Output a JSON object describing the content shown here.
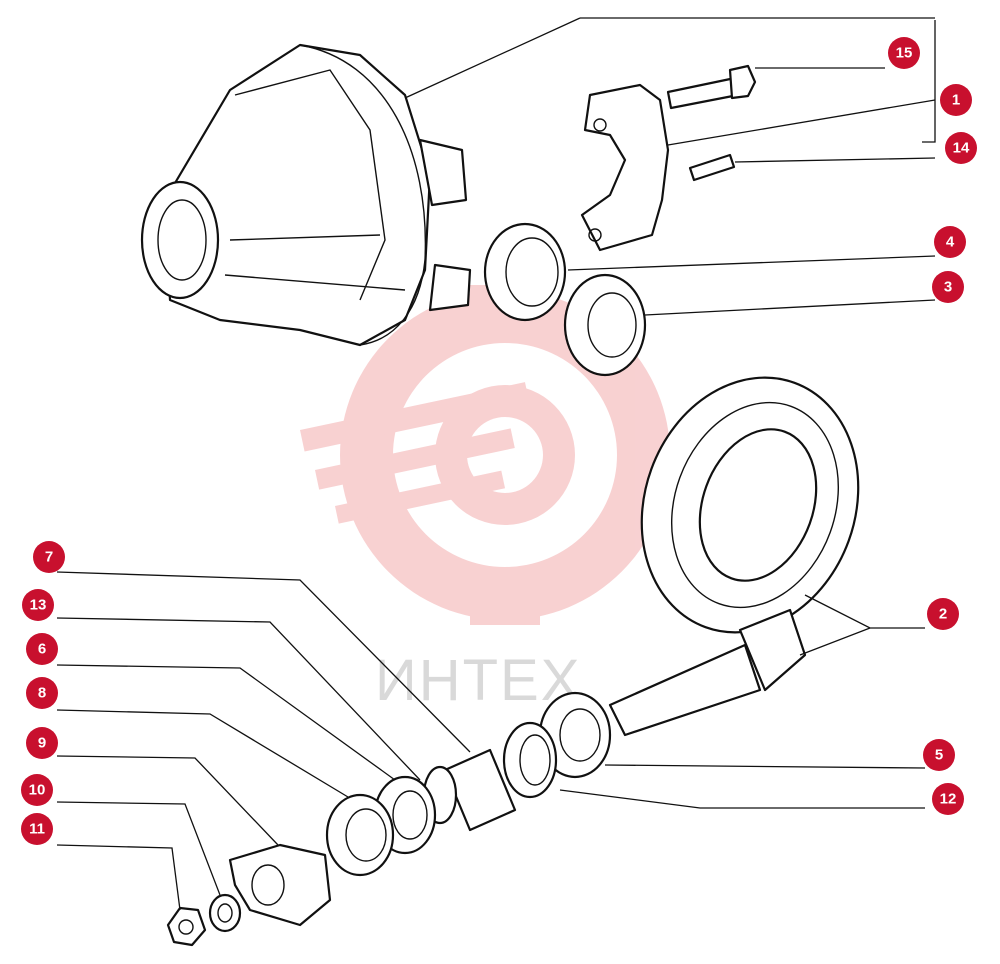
{
  "watermark": {
    "text": "ИНТЕХ",
    "color": "#f4b6b8"
  },
  "callout_color": "#c8102e",
  "callouts": [
    "15",
    "1",
    "14",
    "4",
    "3",
    "2",
    "7",
    "13",
    "6",
    "8",
    "9",
    "10",
    "11",
    "5",
    "12"
  ]
}
